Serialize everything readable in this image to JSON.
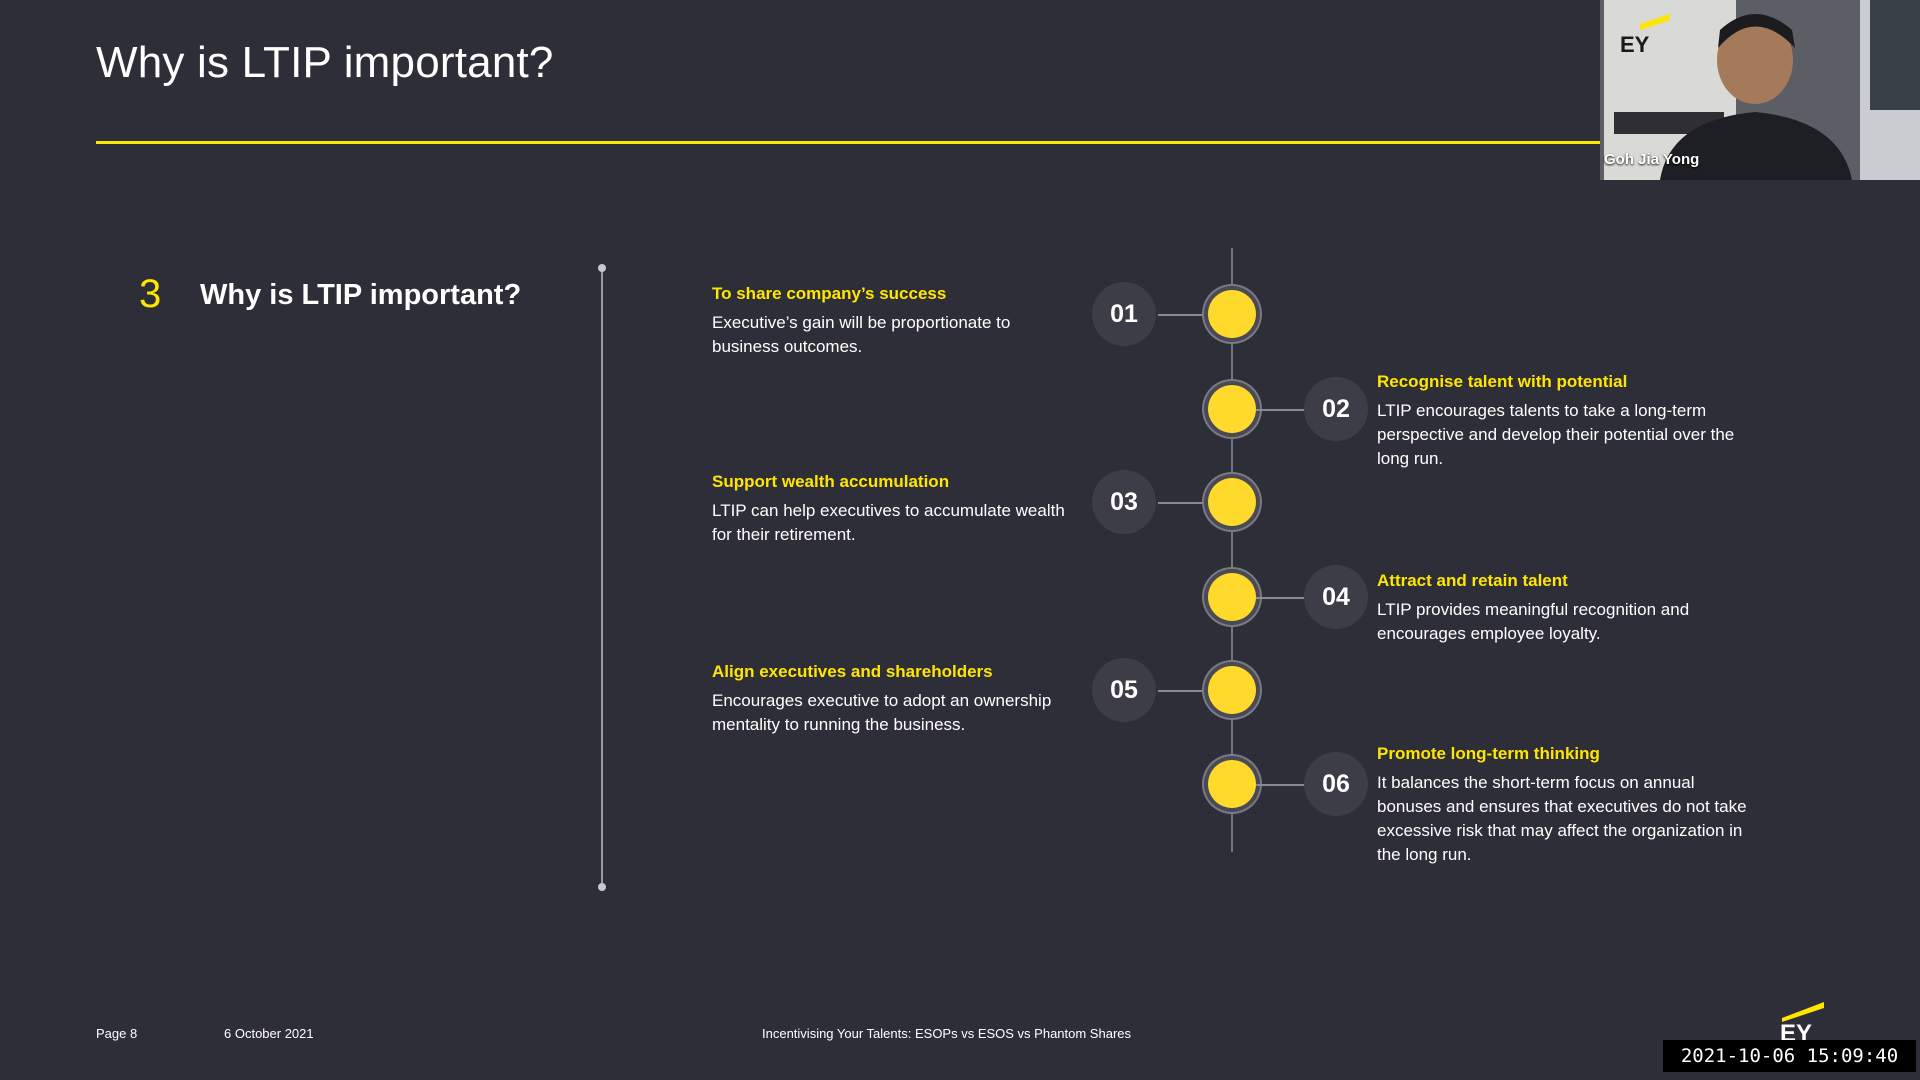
{
  "slide": {
    "title": "Why is LTIP important?",
    "section_number": "3",
    "section_title": "Why is LTIP important?"
  },
  "timeline": [
    {
      "number": "01",
      "title": "To share company’s success",
      "desc": "Executive’s gain will be proportionate to business outcomes.",
      "side": "left"
    },
    {
      "number": "02",
      "title": "Recognise talent with potential",
      "desc": "LTIP encourages talents to take a long-term perspective and develop their potential over the long run.",
      "side": "right"
    },
    {
      "number": "03",
      "title": "Support wealth accumulation",
      "desc": "LTIP can help executives to accumulate wealth for their retirement.",
      "side": "left"
    },
    {
      "number": "04",
      "title": "Attract and retain talent",
      "desc": "LTIP provides meaningful recognition and encourages employee loyalty.",
      "side": "right"
    },
    {
      "number": "05",
      "title": "Align executives and shareholders",
      "desc": "Encourages executive to adopt an ownership mentality to running the business.",
      "side": "left"
    },
    {
      "number": "06",
      "title": "Promote long-term thinking",
      "desc": "It balances the short-term focus on annual bonuses and ensures that executives do not take excessive risk that may affect the organization in the long run.",
      "side": "right"
    }
  ],
  "footer": {
    "page": "Page 8",
    "date": "6 October 2021",
    "presentation_title": "Incentivising Your Talents: ESOPs vs ESOS vs Phantom Shares",
    "logo_text": "EY"
  },
  "video": {
    "speaker_name": "Goh Jia Yong",
    "backdrop_logo": "EY"
  },
  "recording_timestamp": "2021-10-06 15:09:40",
  "colors": {
    "background": "#2e2e38",
    "accent_yellow": "#ffe600",
    "node_yellow": "#ffd92b"
  }
}
